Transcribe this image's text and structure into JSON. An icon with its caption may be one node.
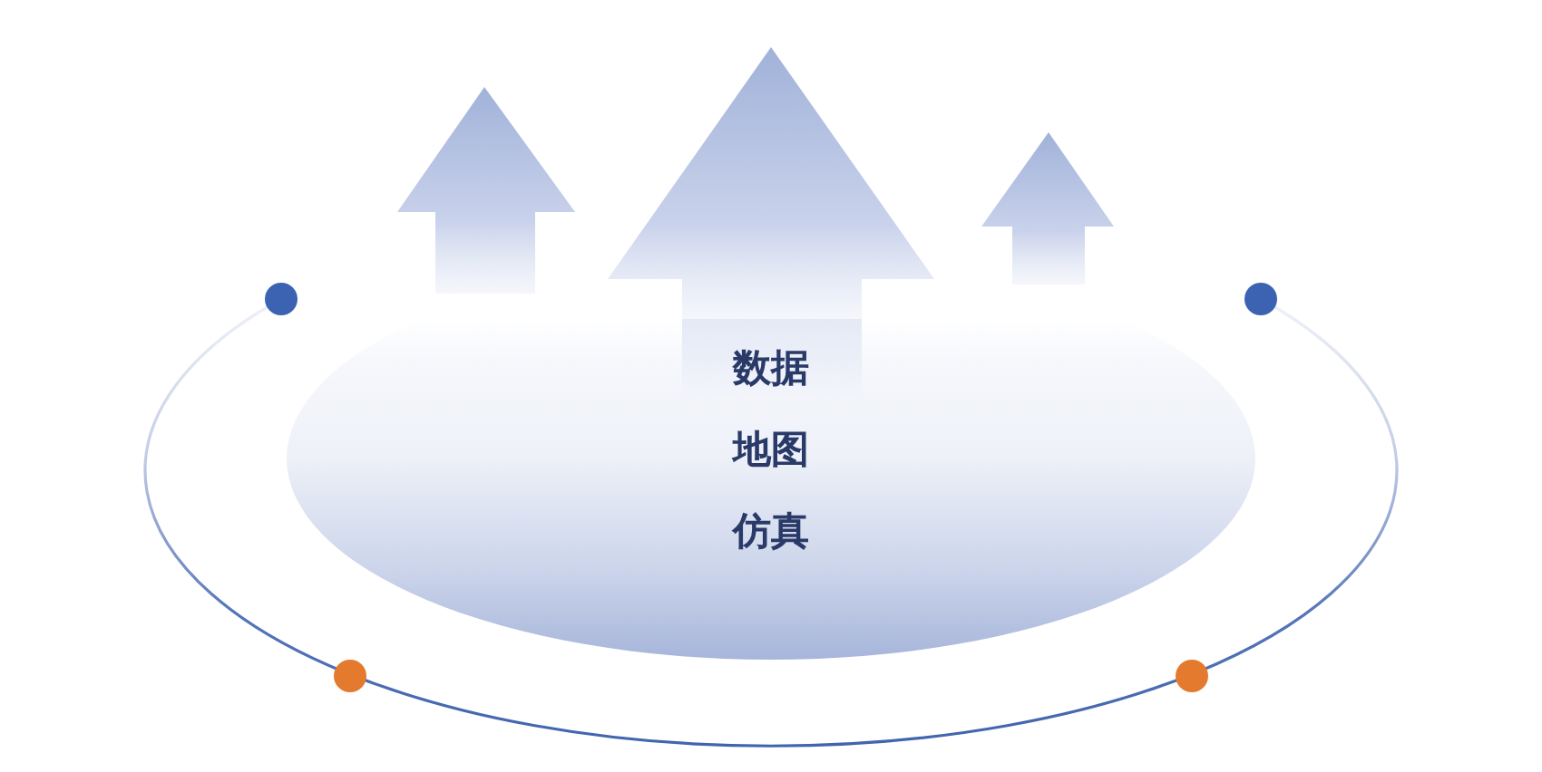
{
  "diagram": {
    "nodes": [
      {
        "text": [
          "数据",
          "地图",
          "仿真"
        ]
      }
    ]
  }
}
